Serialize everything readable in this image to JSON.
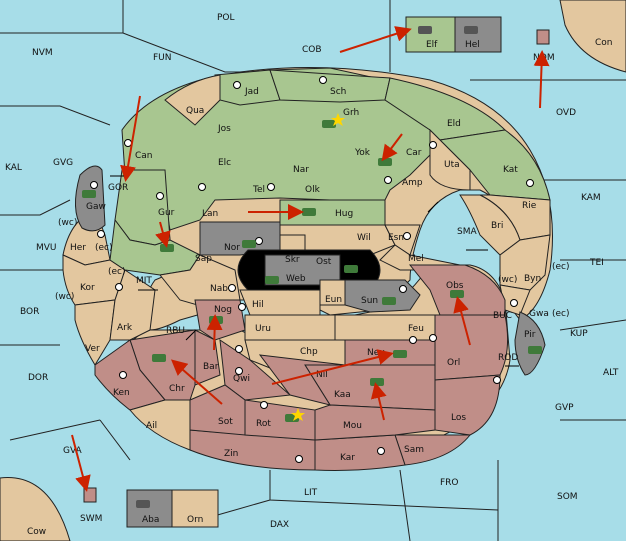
{
  "colors": {
    "sea": "#a7dde8",
    "neutral": "#e3c79f",
    "green": "#a8c690",
    "red": "#c08e88",
    "gray": "#8c8c8c",
    "arrow": "#cc2200",
    "unit": "#3f7a3a",
    "black": "#000000"
  },
  "labels": {
    "POL": "POL",
    "NVM": "NVM",
    "FUN": "FUN",
    "COB": "COB",
    "NOM": "NOM",
    "Con": "Con",
    "OVD": "OVD",
    "Elf": "Elf",
    "Hel": "Hel",
    "Jad": "Jad",
    "Sch": "Sch",
    "Qua": "Qua",
    "Jos": "Jos",
    "Grh": "Grh",
    "Eld": "Eld",
    "Can": "Can",
    "Elc": "Elc",
    "Yok": "Yok",
    "Car": "Car",
    "Uta": "Uta",
    "Kat": "Kat",
    "KAL": "KAL",
    "GVG": "GVG",
    "GOR": "GOR",
    "Gaw": "Gaw",
    "Nar": "Nar",
    "Tel": "Tel",
    "Amp": "Amp",
    "Olk": "Olk",
    "KAM": "KAM",
    "Gur": "Gur",
    "Lan": "Lan",
    "Hug": "Hug",
    "Rie": "Rie",
    "Bri": "Bri",
    "wc1": "(wc)",
    "MVU": "MVU",
    "Her": "Her",
    "ec1": "(ec)",
    "Nor": "Nor",
    "Wil": "Wil",
    "Esm": "Esm",
    "SMA": "SMA",
    "Sap": "Sap",
    "Skr": "Skr",
    "Ost": "Ost",
    "Web": "Web",
    "Mel": "Mel",
    "ec2": "(ec)",
    "Byn": "Byn",
    "wc2": "(wc)",
    "TEI": "TEI",
    "Kor": "Kor",
    "MIT": "MIT",
    "wc3": "(wc)",
    "ec3": "(ec)",
    "Nab": "Nab",
    "Eun": "Eun",
    "Obs": "Obs",
    "BOR": "BOR",
    "Hil": "Hil",
    "Sun": "Sun",
    "Gwa": "Gwa",
    "ec4": "(ec)",
    "BUC": "BUC",
    "KUP": "KUP",
    "Ark": "Ark",
    "RBU": "RBU",
    "Nog": "Nog",
    "Uru": "Uru",
    "Feu": "Feu",
    "Pir": "Pir",
    "Ver": "Ver",
    "Chp": "Chp",
    "Neu": "Neu",
    "Orl": "Orl",
    "ROD": "ROD",
    "DOR": "DOR",
    "Bar": "Bar",
    "Qwi": "Qwi",
    "Nil": "Nil",
    "ALT": "ALT",
    "Ken": "Ken",
    "Chr": "Chr",
    "Kaa": "Kaa",
    "GVP": "GVP",
    "Ail": "Ail",
    "Sot": "Sot",
    "Rot": "Rot",
    "Mou": "Mou",
    "Los": "Los",
    "GVA": "GVA",
    "Zin": "Zin",
    "Kar": "Kar",
    "Sam": "Sam",
    "FRO": "FRO",
    "SOM": "SOM",
    "LIT": "LIT",
    "SWM": "SWM",
    "Aba": "Aba",
    "Orn": "Orn",
    "DAX": "DAX",
    "Cow": "Cow"
  }
}
